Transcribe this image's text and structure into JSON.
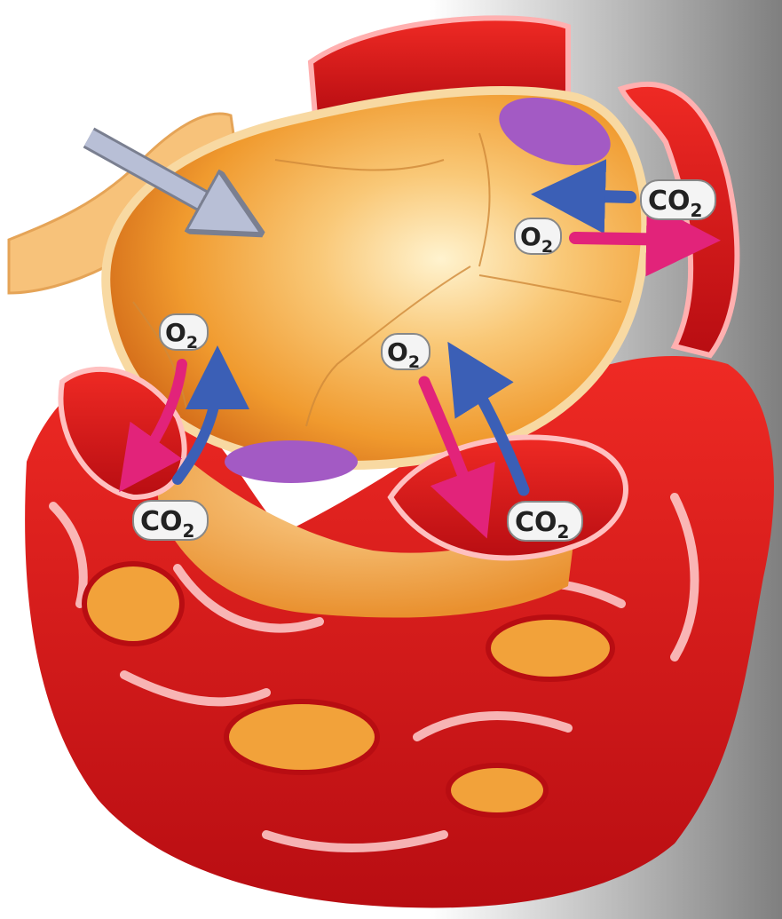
{
  "labels": {
    "o2": "O",
    "co2": "CO",
    "sub": "2"
  },
  "colors": {
    "background_dark": "#7f7f7f",
    "background_light": "#ffffff",
    "capillary_red": "#d7121a",
    "capillary_dark": "#a50a10",
    "alveolus_orange": "#f0a033",
    "alveolus_light": "#fde7b0",
    "oxygen_arrow": "#e2237a",
    "carbon_dioxide_arrow": "#3b5fb6",
    "airflow_arrow": "#b8bfd6",
    "cell_nucleus": "#a35ac4"
  },
  "icons": [
    "airflow-arrow-icon",
    "oxygen-arrow-icon",
    "carbon-dioxide-arrow-icon"
  ]
}
